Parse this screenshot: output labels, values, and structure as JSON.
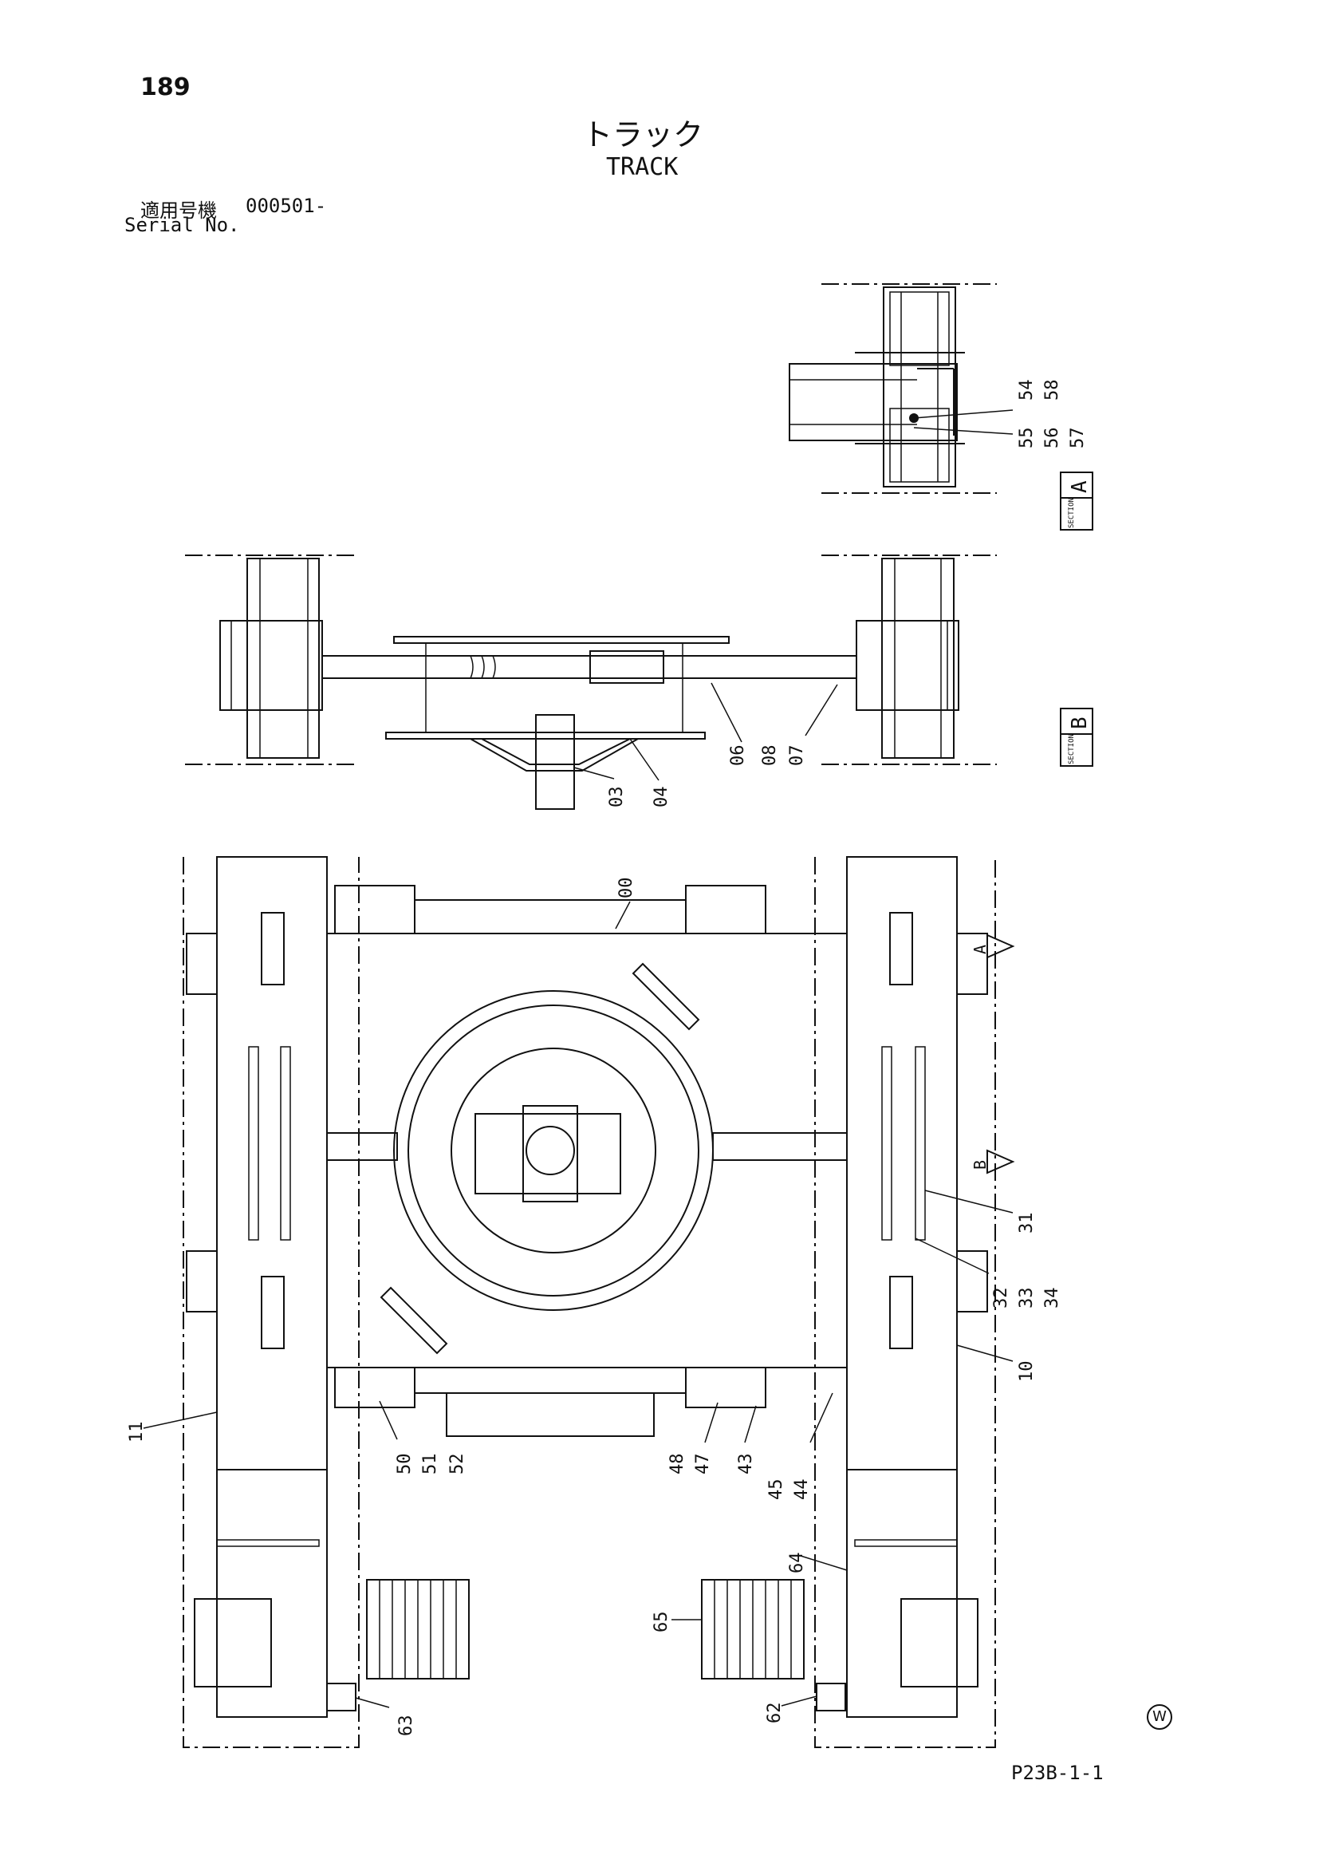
{
  "header": {
    "page_number": "189",
    "title_jp": "トラック",
    "title_en": "TRACK",
    "serial_label_jp": "適用号機",
    "serial_value": "000501-",
    "serial_label_en": "Serial No."
  },
  "footer": {
    "figure_code": "P23B-1-1",
    "mark": "W"
  },
  "diagram": {
    "section_a": {
      "word": "SECTION",
      "letter": "A",
      "cut": "A"
    },
    "section_b": {
      "word": "SECTION",
      "letter": "B",
      "cut": "B"
    },
    "callouts": {
      "c54": "54",
      "c58": "58",
      "c55": "55",
      "c56": "56",
      "c57": "57",
      "c06": "06",
      "c08": "08",
      "c07": "07",
      "c03": "03",
      "c04": "04",
      "c00": "00",
      "c31": "31",
      "c32": "32",
      "c33": "33",
      "c34": "34",
      "c10": "10",
      "c11": "11",
      "c50": "50",
      "c51": "51",
      "c52": "52",
      "c48": "48",
      "c47": "47",
      "c43": "43",
      "c45": "45",
      "c44": "44",
      "c64": "64",
      "c65": "65",
      "c62": "62",
      "c63": "63"
    }
  }
}
